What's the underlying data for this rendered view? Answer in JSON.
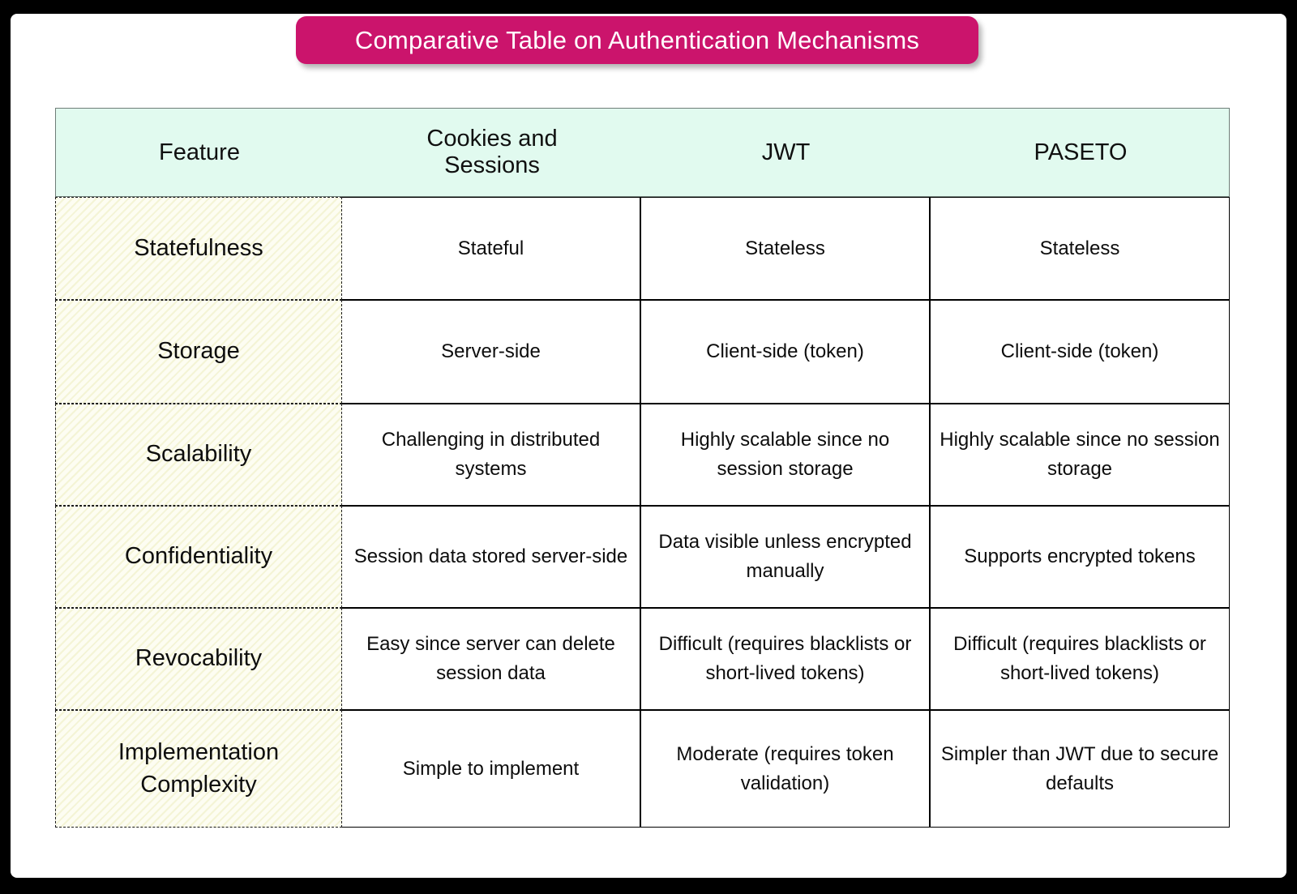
{
  "banner": {
    "title": "Comparative Table on Authentication Mechanisms"
  },
  "colors": {
    "banner_bg": "#cb146c",
    "banner_text": "#ffffff",
    "header_bg": "#e1faef",
    "feature_bg": "#fdfdf2",
    "frame": "#000000",
    "cell_border": "#000000"
  },
  "chart_data": {
    "type": "table",
    "title": "Comparative Table on Authentication Mechanisms",
    "columns": [
      "Feature",
      "Cookies and Sessions",
      "JWT",
      "PASETO"
    ],
    "rows": [
      [
        "Statefulness",
        "Stateful",
        "Stateless",
        "Stateless"
      ],
      [
        "Storage",
        "Server-side",
        "Client-side (token)",
        "Client-side (token)"
      ],
      [
        "Scalability",
        "Challenging in distributed systems",
        "Highly scalable since no session storage",
        "Highly scalable since no session storage"
      ],
      [
        "Confidentiality",
        "Session data stored server-side",
        "Data visible unless encrypted manually",
        "Supports encrypted tokens"
      ],
      [
        "Revocability",
        "Easy since server can delete session data",
        "Difficult (requires blacklists or short-lived tokens)",
        "Difficult (requires blacklists or short-lived tokens)"
      ],
      [
        "Implementation Complexity",
        "Simple to implement",
        "Moderate (requires token validation)",
        "Simpler than JWT due to secure defaults"
      ]
    ]
  }
}
